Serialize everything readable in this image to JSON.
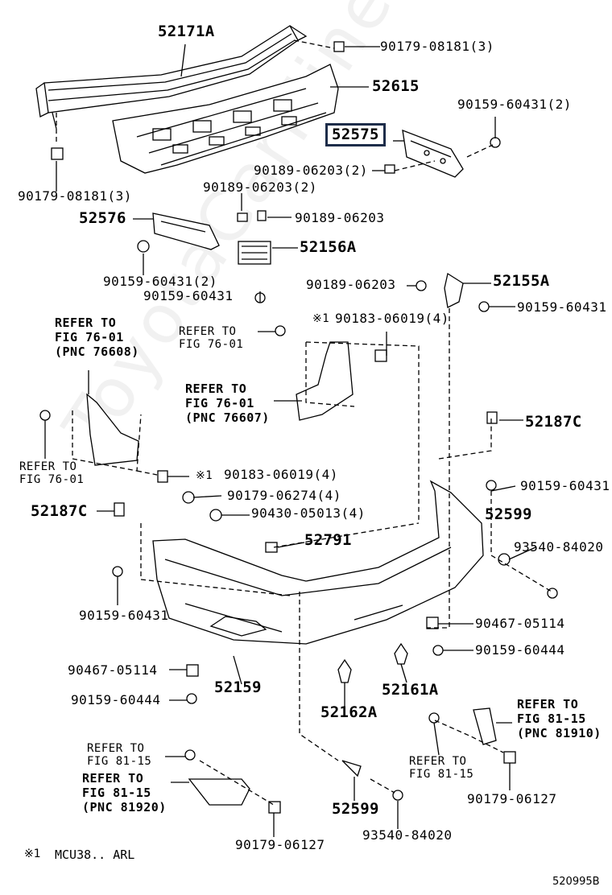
{
  "labels": {
    "p52171A": "52171A",
    "p90179_08181_3_top": "90179-08181(3)",
    "p52615": "52615",
    "p90159_60431_2_top": "90159-60431(2)",
    "p52575": "52575",
    "p90189_06203_2_right": "90189-06203(2)",
    "p90179_08181_3_left": "90179-08181(3)",
    "p90189_06203_2_mid": "90189-06203(2)",
    "p52576": "52576",
    "p90189_06203": "90189-06203",
    "p52156A": "52156A",
    "p90159_60431_2_mid": "90159-60431(2)",
    "p90159_60431_a": "90159-60431",
    "p90189_06203_b": "90189-06203",
    "p52155A": "52155A",
    "p90159_60431_b": "90159-60431",
    "p90183_06019_4_top": "90183-06019(4)",
    "p52187C_right": "52187C",
    "p90159_60431_c": "90159-60431",
    "p90183_06019_4_mid": "90183-06019(4)",
    "p90179_06274_4": "90179-06274(4)",
    "p90430_05013_4": "90430-05013(4)",
    "p52187C_left": "52187C",
    "p52599_top": "52599",
    "p52791": "52791",
    "p93540_84020_top": "93540-84020",
    "p90159_60431_d": "90159-60431",
    "p90467_05114_right": "90467-05114",
    "p90159_60444_right": "90159-60444",
    "p90467_05114_left": "90467-05114",
    "p52159": "52159",
    "p52161A": "52161A",
    "p90159_60444_left": "90159-60444",
    "p52162A": "52162A",
    "p90179_06127_right": "90179-06127",
    "p52599_bottom": "52599",
    "p93540_84020_bottom": "93540-84020",
    "p90179_06127_bottom": "90179-06127"
  },
  "refs": {
    "r1": "REFER TO\nFIG 76-01\n(PNC 76608)",
    "r2": "REFER TO\nFIG 76-01",
    "r3": "REFER TO\nFIG 76-01\n(PNC 76607)",
    "r4": "REFER TO\nFIG 76-01",
    "r5": "REFER TO\nFIG 81-15\n(PNC 81910)",
    "r6": "REFER TO\nFIG 81-15",
    "r7": "REFER TO\nFIG 81-15",
    "r8": "REFER TO\nFIG 81-15\n(PNC 81920)"
  },
  "marks": {
    "m1": "※1",
    "m2": "※1"
  },
  "footer": {
    "note_mark": "※1",
    "note_text": "MCU38.. ARL",
    "diagram_code": "520995B"
  },
  "watermark": "ToyotaCarMine.ru",
  "colors": {
    "line": "#000000",
    "callout_border": "#1e2d4a",
    "watermark": "#000000"
  }
}
